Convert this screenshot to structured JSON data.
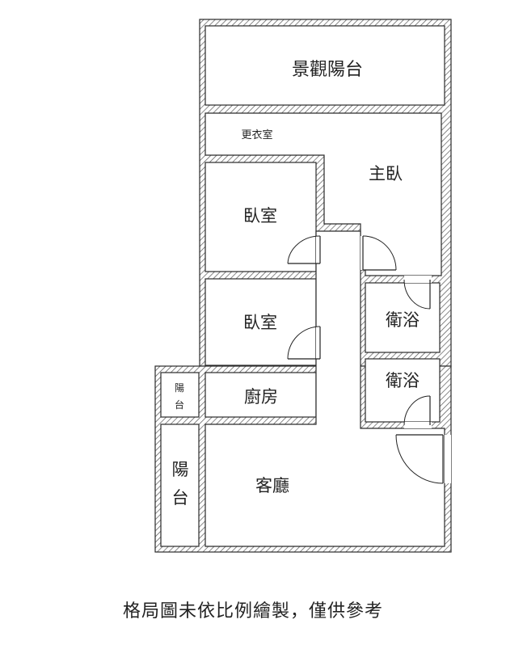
{
  "rooms": {
    "balcony_view": "景觀陽台",
    "walk_in_closet": "更衣室",
    "master_bedroom": "主臥",
    "bedroom_1": "臥室",
    "bedroom_2": "臥室",
    "bathroom_1": "衛浴",
    "bathroom_2": "衛浴",
    "kitchen": "廚房",
    "living_room": "客廳",
    "balcony_small_line1": "陽",
    "balcony_small_line2": "台",
    "balcony_side_line1": "陽",
    "balcony_side_line2": "台"
  },
  "caption": "格局圖未依比例繪製，僅供參考"
}
